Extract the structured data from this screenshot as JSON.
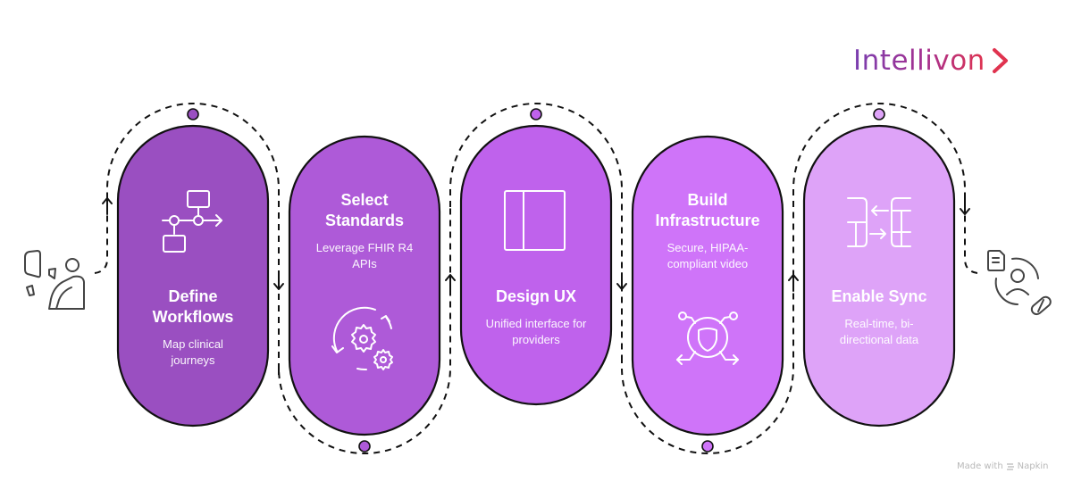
{
  "brand": {
    "name": "Intellivon",
    "gradient_start": "#7a3fb0",
    "gradient_end": "#e0334f"
  },
  "steps": [
    {
      "title_line1": "Define",
      "title_line2": "Workflows",
      "desc_line1": "Map clinical",
      "desc_line2": "journeys",
      "icon": "workflow-icon",
      "fill": "#9a4fc1"
    },
    {
      "title_line1": "Select",
      "title_line2": "Standards",
      "desc_line1": "Leverage FHIR R4",
      "desc_line2": "APIs",
      "icon": "gears-cycle-icon",
      "fill": "#ae5ad8"
    },
    {
      "title_line1": "Design UX",
      "title_line2": "",
      "desc_line1": "Unified interface for",
      "desc_line2": "providers",
      "icon": "split-layout-icon",
      "fill": "#bf62ec"
    },
    {
      "title_line1": "Build",
      "title_line2": "Infrastructure",
      "desc_line1": "Secure, HIPAA-",
      "desc_line2": "compliant video",
      "icon": "secure-network-icon",
      "fill": "#cf74f9"
    },
    {
      "title_line1": "Enable Sync",
      "title_line2": "",
      "desc_line1": "Real-time, bi-",
      "desc_line2": "directional data",
      "icon": "data-sync-icon",
      "fill": "#dea3f8"
    }
  ],
  "start_icon": "patient-telehealth-icon",
  "end_icon": "provider-record-icon",
  "footer": {
    "made_with": "Made with",
    "tool": "Napkin"
  }
}
